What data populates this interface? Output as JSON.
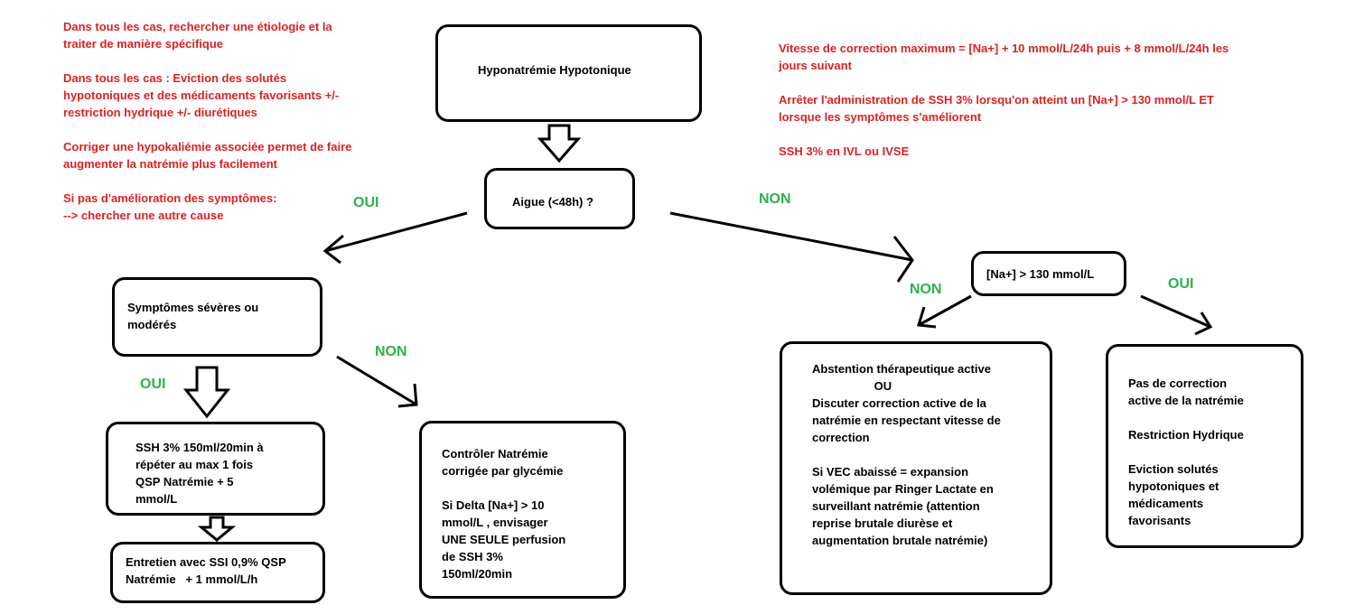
{
  "colors": {
    "note": "#e02020",
    "answer": "#2db24a",
    "stroke": "#000000"
  },
  "notes_left": [
    "Dans tous les cas, rechercher une étiologie et la",
    "traiter de manière spécifique",
    "Dans tous les cas :  Eviction des solutés",
    "hypotoniques et des médicaments favorisants +/-",
    "restriction hydrique +/- diurétiques",
    "Corriger une hypokaliémie associée permet de faire",
    "augmenter la natrémie plus facilement",
    "Si pas d'amélioration des symptômes:",
    "--> chercher une autre cause"
  ],
  "notes_right": [
    "Vitesse de correction maximum = [Na+] + 10 mmol/L/24h puis + 8 mmol/L/24h les",
    "jours suivant",
    "Arrêter l'administration de SSH 3% lorsqu'on atteint un [Na+] > 130 mmol/L ET",
    "lorsque les symptômes s'améliorent",
    "SSH 3% en IVL ou IVSE"
  ],
  "nodes": {
    "root": [
      "Hyponatrémie Hypotonique"
    ],
    "acute": [
      "Aigue (<48h) ?"
    ],
    "symptoms": [
      "Symptômes sévères ou",
      "modérés"
    ],
    "ssh": [
      "SSH 3% 150ml/20min à",
      "répéter au max 1 fois",
      "QSP Natrémie + 5",
      "mmol/L"
    ],
    "maintenance": [
      "Entretien avec SSI 0,9% QSP",
      "Natrémie   + 1 mmol/L/h"
    ],
    "control": [
      "Contrôler Natrémie",
      "corrigée par glycémie",
      "",
      "Si Delta [Na+] > 10",
      "mmol/L , envisager",
      "UNE SEULE perfusion",
      "de SSH 3%",
      "150ml/20min"
    ],
    "na_threshold": [
      "[Na+] > 130 mmol/L"
    ],
    "abstention": [
      "Abstention thérapeutique active",
      "                   OU",
      "Discuter correction active de la",
      "natrémie en respectant vitesse de",
      "correction",
      "",
      "Si VEC abaissé = expansion",
      "volémique par Ringer Lactate en",
      "surveillant natrémie (attention",
      "reprise brutale diurèse et",
      "augmentation brutale natrémie)"
    ],
    "no_correction": [
      "Pas de correction",
      "active de la natrémie",
      "",
      "Restriction Hydrique",
      "",
      "Eviction solutés",
      "hypotoniques et",
      "médicaments",
      "favorisants"
    ]
  },
  "labels": {
    "acute_yes": "OUI",
    "acute_no": "NON",
    "symptoms_yes": "OUI",
    "symptoms_no": "NON",
    "na_no": "NON",
    "na_yes": "OUI"
  }
}
